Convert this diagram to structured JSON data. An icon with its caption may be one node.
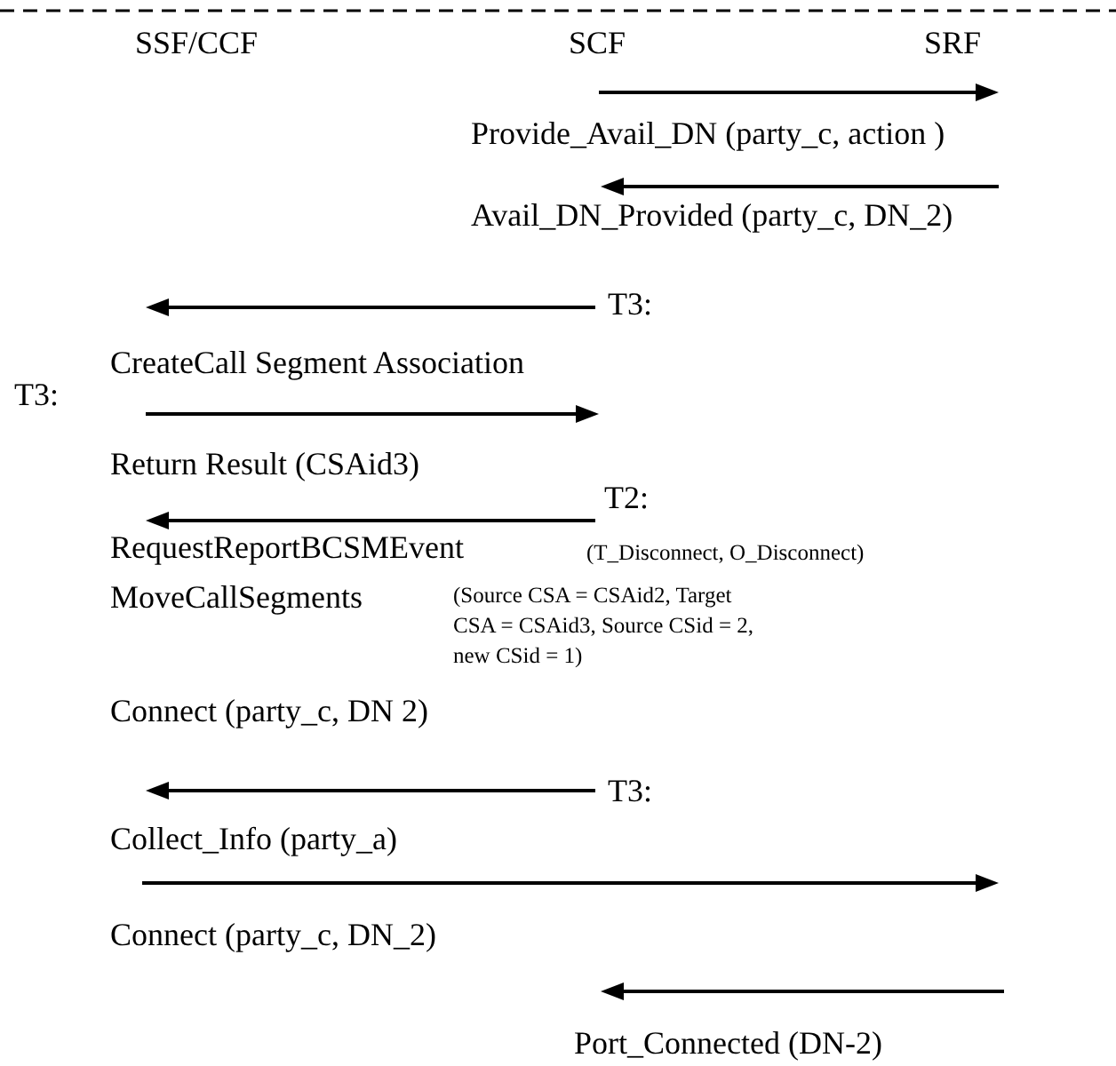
{
  "diagram": {
    "labels": [
      "SSF/CCF",
      "SCF",
      "SRF",
      "Provide_Avail_DN (party_c, action )",
      "Avail_DN_Provided (party_c, DN_2)",
      "T3:",
      "CreateCall Segment Association",
      "T3:",
      "Return Result (CSAid3)",
      "T2:",
      "RequestReportBCSMEvent",
      "(T_Disconnect, O_Disconnect)",
      "MoveCallSegments",
      "(Source CSA = CSAid2, Target CSA = CSAid3, Source CSid = 2, new CSid = 1)",
      "Connect (party_c, DN 2)",
      "T3:",
      "Collect_Info (party_a)",
      "Connect (party_c, DN_2)",
      "Port_Connected (DN-2)"
    ]
  }
}
